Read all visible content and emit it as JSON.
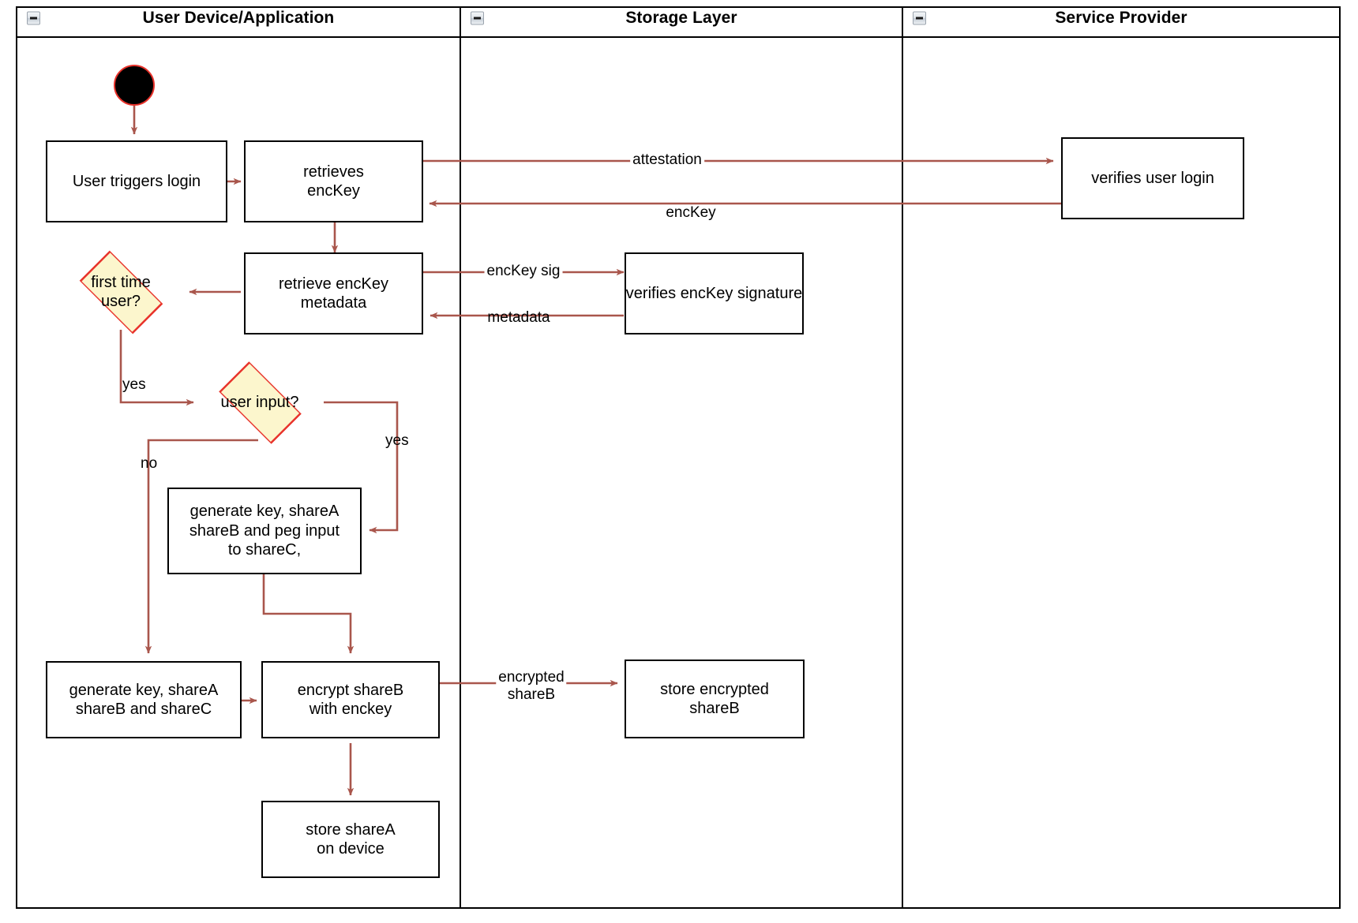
{
  "diagram": {
    "type": "uml-activity-swimlane",
    "accent_edge_color": "#a9564c",
    "decision_fill": "#fcf6cd",
    "decision_border": "#e8322b",
    "node_border": "#000000",
    "start_node_border": "#e8322b"
  },
  "lanes": [
    {
      "id": "user-device",
      "title": "User Device/Application",
      "collapse_icon": "collapse-minus-icon"
    },
    {
      "id": "storage-layer",
      "title": "Storage Layer",
      "collapse_icon": "collapse-minus-icon"
    },
    {
      "id": "service-provider",
      "title": "Service Provider",
      "collapse_icon": "collapse-minus-icon"
    }
  ],
  "nodes": {
    "start": {
      "kind": "initial-node",
      "label": ""
    },
    "user_triggers_login": {
      "kind": "action",
      "label": "User triggers login"
    },
    "retrieves_enckey": {
      "kind": "action",
      "line1": "retrieves",
      "line2": "encKey"
    },
    "verifies_user_login": {
      "kind": "action",
      "label": "verifies user login"
    },
    "retrieve_enckey_metadata": {
      "kind": "action",
      "line1": "retrieve encKey",
      "line2": "metadata"
    },
    "verifies_enckey_signature": {
      "kind": "action",
      "label": "verifies encKey signature"
    },
    "first_time_user": {
      "kind": "decision",
      "line1": "first time",
      "line2": "user?"
    },
    "user_input": {
      "kind": "decision",
      "label": "user input?"
    },
    "generate_peg_input": {
      "kind": "action",
      "line1": "generate key, shareA",
      "line2": "shareB and peg input",
      "line3": "to shareC,"
    },
    "generate_shares": {
      "kind": "action",
      "line1": "generate key, shareA",
      "line2": "shareB and shareC"
    },
    "encrypt_shareb": {
      "kind": "action",
      "line1": "encrypt shareB",
      "line2": "with enckey"
    },
    "store_encrypted_shareb": {
      "kind": "action",
      "line1": "store encrypted",
      "line2": "shareB"
    },
    "store_sharea_on_device": {
      "kind": "action",
      "line1": "store shareA",
      "line2": "on device"
    }
  },
  "edge_labels": {
    "attestation": "attestation",
    "enckey": "encKey",
    "enckey_sig": "encKey sig",
    "metadata": "metadata",
    "first_time_yes": "yes",
    "user_input_yes": "yes",
    "user_input_no": "no",
    "encrypted_shareb_l1": "encrypted",
    "encrypted_shareb_l2": "shareB"
  }
}
